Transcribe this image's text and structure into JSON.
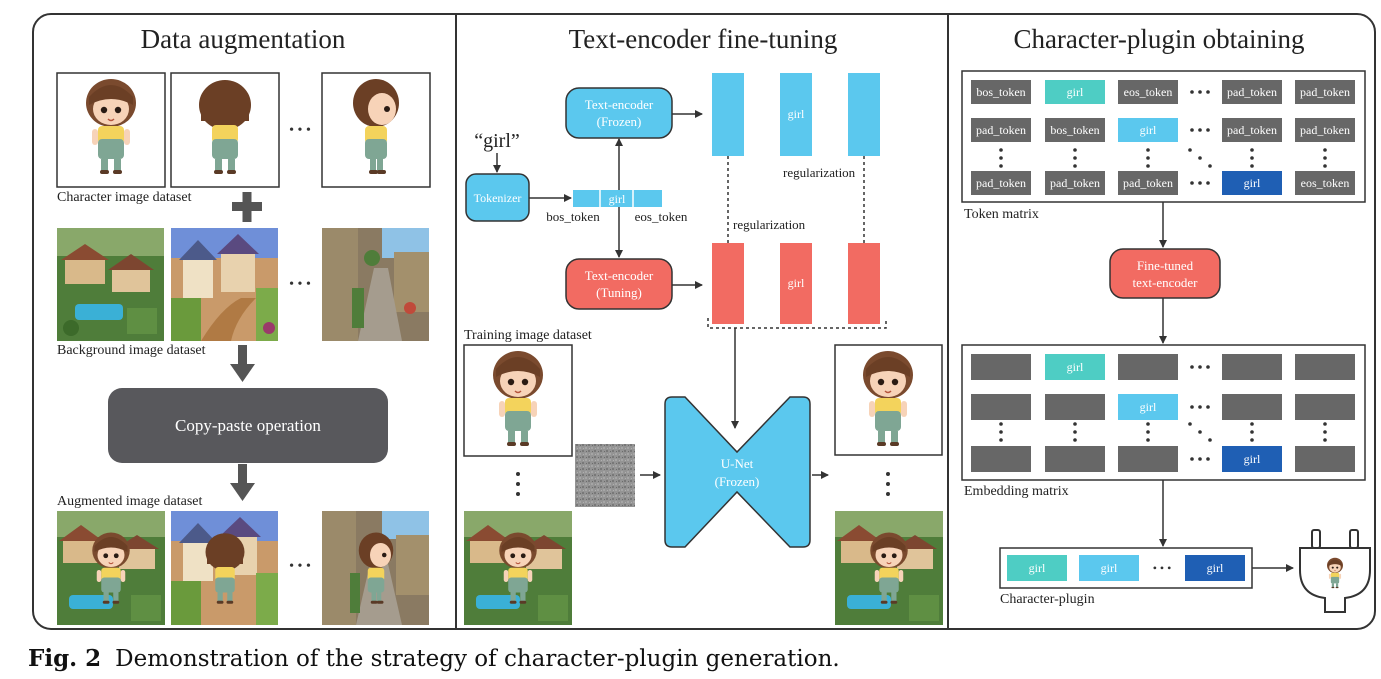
{
  "panels": {
    "data_augmentation": {
      "title": "Data augmentation",
      "character_dataset_label": "Character image dataset",
      "background_dataset_label": "Background image dataset",
      "operation_label": "Copy-paste operation",
      "augmented_dataset_label": "Augmented image dataset",
      "plus_sign": "+",
      "ellipsis": "• • •"
    },
    "text_encoder_finetuning": {
      "title": "Text-encoder fine-tuning",
      "prompt_word": "“girl”",
      "tokenizer_label": "Tokenizer",
      "frozen_encoder_label": [
        "Text-encoder",
        "(Frozen)"
      ],
      "tuning_encoder_label": [
        "Text-encoder",
        "(Tuning)"
      ],
      "token_word": "girl",
      "bos_label": "bos_token",
      "eos_label": "eos_token",
      "regularization_label": "regularization",
      "training_dataset_label": "Training image dataset",
      "unet_label": [
        "U-Net",
        "(Frozen)"
      ]
    },
    "character_plugin": {
      "title": "Character-plugin obtaining",
      "token_matrix_rows": [
        [
          "bos_token",
          "girl",
          "eos_token",
          "pad_token",
          "pad_token"
        ],
        [
          "pad_token",
          "bos_token",
          "girl",
          "pad_token",
          "pad_token"
        ],
        [
          "pad_token",
          "pad_token",
          "pad_token",
          "girl",
          "eos_token"
        ]
      ],
      "token_matrix_label": "Token matrix",
      "finetuned_encoder_label": [
        "Fine-tuned",
        "text-encoder"
      ],
      "embedding_word": "girl",
      "embedding_matrix_label": "Embedding matrix",
      "plugin_tokens": [
        "girl",
        "girl",
        "girl"
      ],
      "plugin_label": "Character-plugin"
    }
  },
  "caption": {
    "figure_number": "Fig. 2",
    "text": "Demonstration of the strategy of character-plugin generation."
  },
  "colors": {
    "frozen_blue": "#5bc8ee",
    "tuning_red": "#f26b62",
    "teal": "#4ecdc4",
    "dark_blue": "#1f5fb4",
    "gray_token": "#676767",
    "operation_gray": "#58585c"
  }
}
